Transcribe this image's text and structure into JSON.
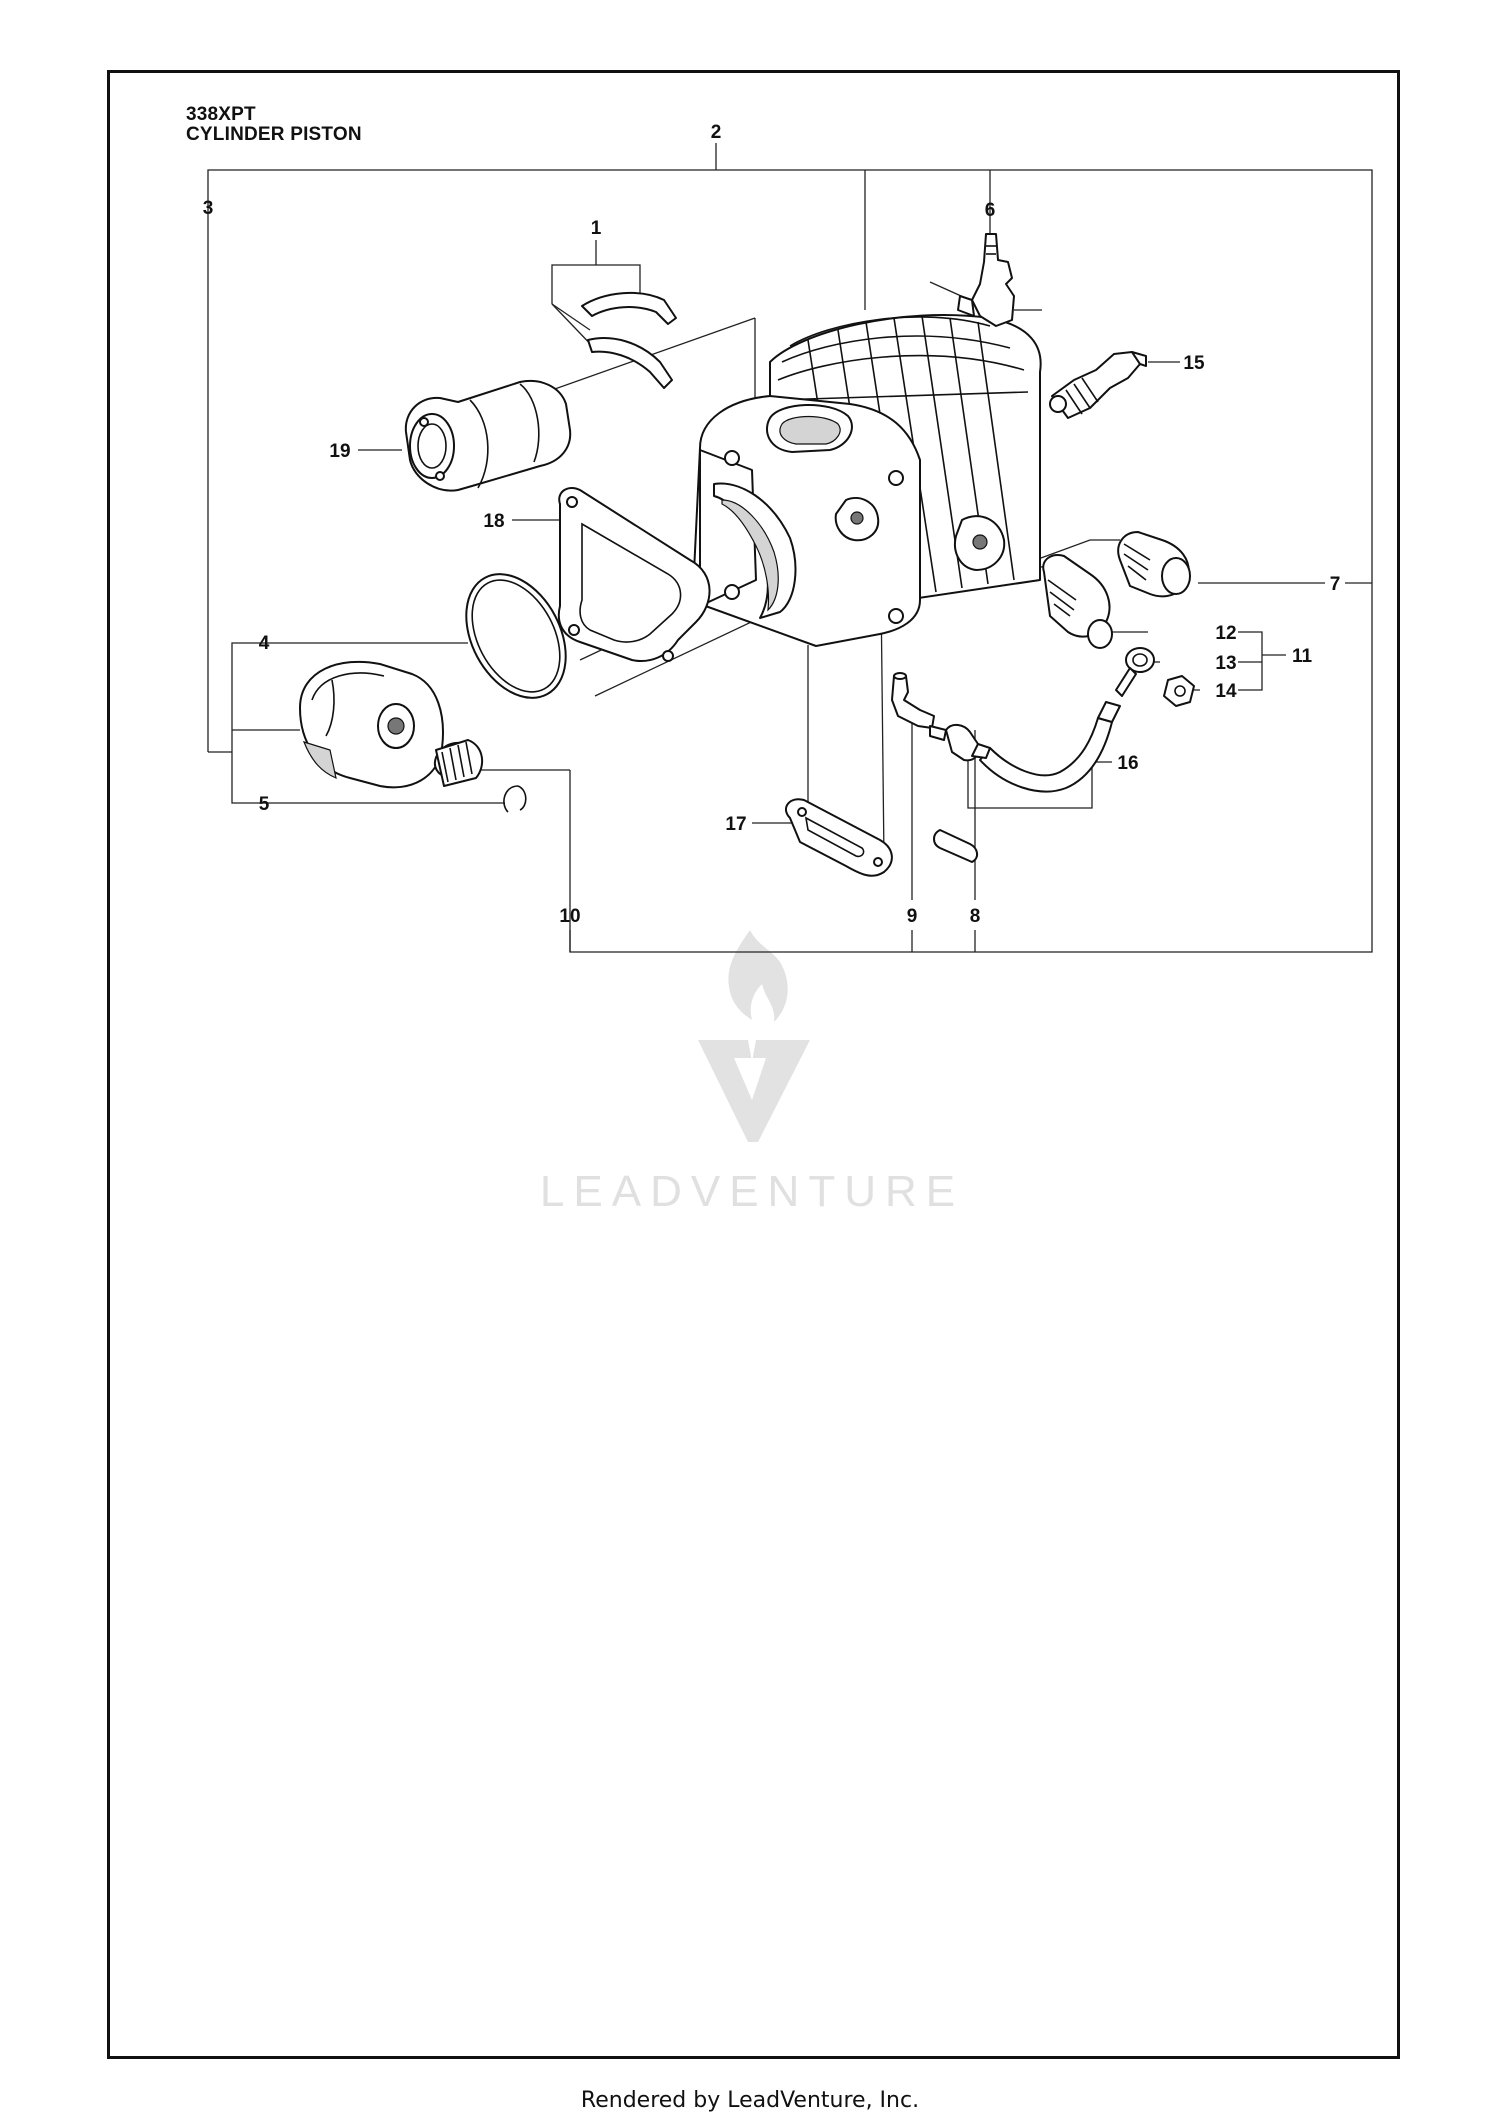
{
  "header": {
    "model": "338XPT",
    "section": "CYLINDER PISTON"
  },
  "callouts": [
    "1",
    "2",
    "3",
    "4",
    "5",
    "6",
    "7",
    "8",
    "9",
    "10",
    "11",
    "12",
    "13",
    "14",
    "15",
    "16",
    "17",
    "18",
    "19"
  ],
  "watermark": {
    "text": "LEADVENTURE",
    "icon": "flame-chevron-logo"
  },
  "footer": {
    "text": "Rendered by LeadVenture, Inc."
  }
}
